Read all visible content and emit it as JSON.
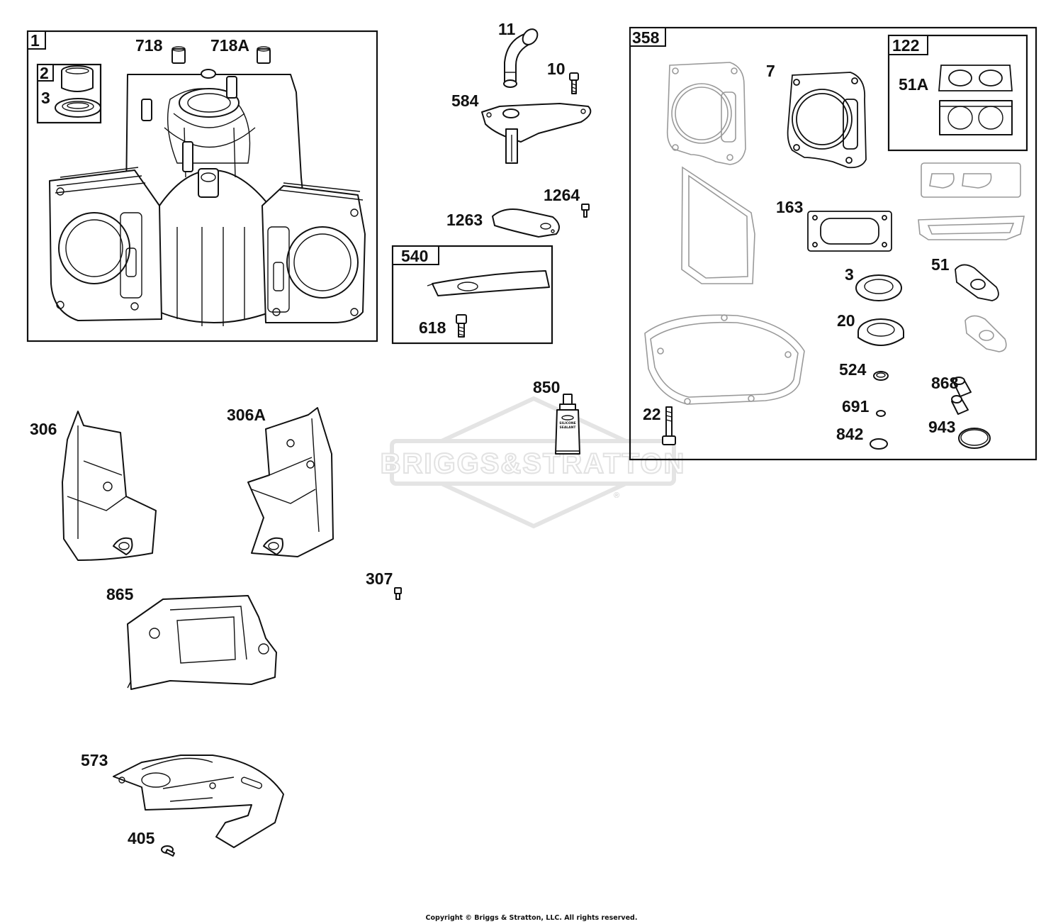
{
  "watermark": {
    "brand": "BRIGGS&STRATTON",
    "mark": "®"
  },
  "copyright": "Copyright © Briggs & Stratton, LLC. All rights reserved.",
  "sealant_tube": {
    "line1": "SILICONE",
    "line2": "SEALANT"
  },
  "kits": {
    "k1": "1",
    "k2": "2",
    "k540": "540",
    "k358": "358",
    "k122": "122"
  },
  "labels": {
    "p718": "718",
    "p718A": "718A",
    "p3a": "3",
    "p11": "11",
    "p10": "10",
    "p584": "584",
    "p1264": "1264",
    "p1263": "1263",
    "p618": "618",
    "p7": "7",
    "p51A": "51A",
    "p163": "163",
    "p3b": "3",
    "p51": "51",
    "p20": "20",
    "p524": "524",
    "p691": "691",
    "p842": "842",
    "p868": "868",
    "p943": "943",
    "p22": "22",
    "p850": "850",
    "p306": "306",
    "p306A": "306A",
    "p307": "307",
    "p865": "865",
    "p573": "573",
    "p405": "405"
  },
  "colors": {
    "line": "#111111",
    "gasket_gray": "#999999",
    "watermark": "#e4e4e4",
    "background": "#ffffff"
  }
}
